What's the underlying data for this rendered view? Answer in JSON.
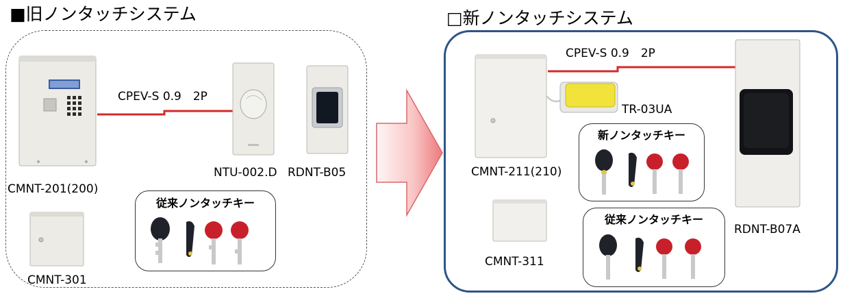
{
  "old_system": {
    "title": "■旧ノンタッチシステム",
    "cable_label": "CPEV-S 0.9　2P",
    "devices": {
      "controller": "CMNT-201(200)",
      "sub_box": "CMNT-301",
      "reader_round": "NTU-002.D",
      "reader_square": "RDNT-B05"
    },
    "keys_box": {
      "title": "従来ノンタッチキー"
    }
  },
  "new_system": {
    "title": "□新ノンタッチシステム",
    "cable_label": "CPEV-S 0.9　2P",
    "devices": {
      "controller": "CMNT-211(210)",
      "sub_box": "CMNT-311",
      "usb_reader": "TR-03UA",
      "reader": "RDNT-B07A"
    },
    "keys_box_new": {
      "title": "新ノンタッチキー"
    },
    "keys_box_old": {
      "title": "従来ノンタッチキー"
    }
  },
  "colors": {
    "cable": "#d42a2a",
    "new_frame": "#2e5486",
    "arrow_light": "#fde4e4",
    "arrow_dark": "#e8676a",
    "key_red": "#c8202a",
    "key_black": "#1f2228",
    "usb_yellow": "#f1e33a"
  }
}
